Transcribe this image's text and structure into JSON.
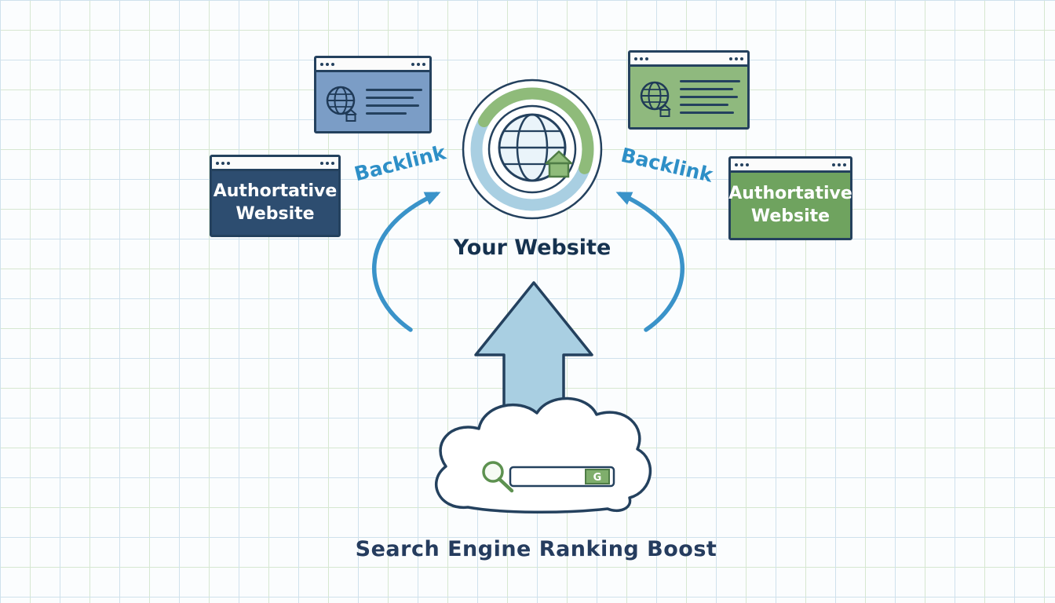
{
  "badge": {
    "label": "Your Website"
  },
  "cards": {
    "left": {
      "line1": "Authortative",
      "line2": "Website"
    },
    "right": {
      "line1": "Authortative",
      "line2": "Website"
    }
  },
  "backlinks": {
    "left": "Backlink",
    "right": "Backlink"
  },
  "search_engine": {
    "badge_letter": "G"
  },
  "caption": "Search Engine Ranking Boost",
  "colors": {
    "ink_navy": "#24415e",
    "card_navy": "#2d4d70",
    "card_steel_blue": "#7b9dc6",
    "card_green": "#6fa35f",
    "card_light_green": "#8fb97e",
    "backlink_blue": "#3a93c9",
    "arrow_fill_blue": "#a9cfe2",
    "ring_green": "#8fbb7a",
    "ring_blue": "#a9cfe2",
    "search_green": "#5d9150"
  }
}
